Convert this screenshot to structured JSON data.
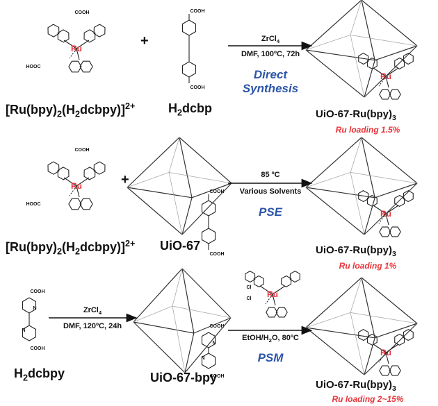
{
  "row1": {
    "complex_label_pre": "[Ru(bpy)",
    "complex_sub1": "2",
    "complex_label_mid": "(H",
    "complex_sub2": "2",
    "complex_label_post": "dcbpy)]",
    "complex_sup": "2+",
    "plus": "+",
    "linker_pre": "H",
    "linker_sub": "2",
    "linker_post": "dcbp",
    "cond1_pre": "ZrCl",
    "cond1_sub": "4",
    "cond2": "DMF, 100ºC, 72h",
    "method_line1": "Direct",
    "method_line2": "Synthesis",
    "product_pre": "UiO-67-Ru(bpy)",
    "product_sub": "3",
    "loading": "Ru loading 1.5%"
  },
  "row2": {
    "complex_label_pre": "[Ru(bpy)",
    "complex_sub1": "2",
    "complex_label_mid": "(H",
    "complex_sub2": "2",
    "complex_label_post": "dcbpy)]",
    "complex_sup": "2+",
    "plus": "+",
    "mof": "UiO-67",
    "cond1": "85 ºC",
    "cond2": "Various Solvents",
    "method": "PSE",
    "product_pre": "UiO-67-Ru(bpy)",
    "product_sub": "3",
    "loading": "Ru loading 1%"
  },
  "row3": {
    "linker_pre": "H",
    "linker_sub": "2",
    "linker_post": "dcbpy",
    "cond1_pre": "ZrCl",
    "cond1_sub": "4",
    "cond2": "DMF, 120ºC, 24h",
    "mof": "UiO-67-bpy",
    "cond3_pre": "EtOH/H",
    "cond3_sub": "2",
    "cond3_post": "O, 80ºC",
    "method": "PSM",
    "product_pre": "UiO-67-Ru(bpy)",
    "product_sub": "3",
    "loading": "Ru loading 2~15%"
  },
  "atoms": {
    "ru": "Ru",
    "cooh": "COOH",
    "hooc": "HOOC",
    "n": "N",
    "cl": "Cl"
  },
  "colors": {
    "method_blue": "#2b54a8",
    "loading_red": "#e8343a",
    "ru_red": "#e8343a"
  }
}
